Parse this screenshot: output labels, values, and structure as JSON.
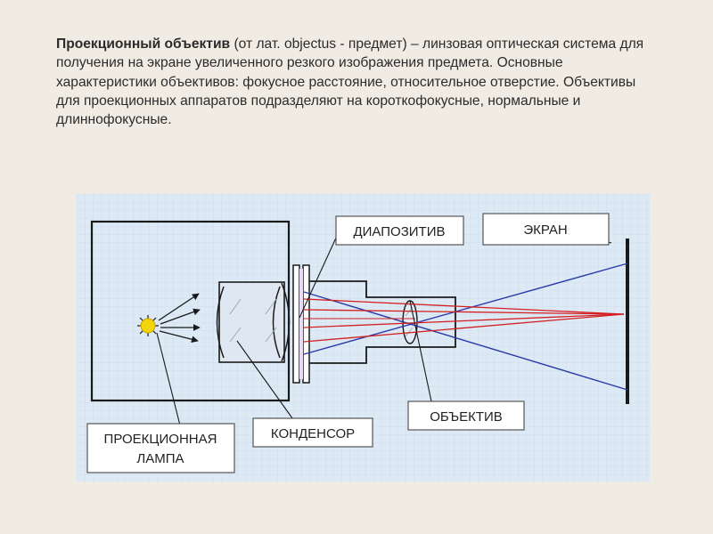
{
  "description": {
    "term": "Проекционный объектив",
    "text": " (от лат. objectus - предмет) – линзовая оптическая система для получения на экране увеличенного резкого изображения предмета. Основные характеристики объективов: фокусное расстояние, относительное отверстие. Объективы для проекционных аппаратов подразделяют на короткофокусные, нормальные и длиннофокусные."
  },
  "diagram": {
    "labels": {
      "diapositive": "ДИАПОЗИТИВ",
      "screen": "ЭКРАН",
      "objective": "ОБЪЕКТИВ",
      "condenser": "КОНДЕНСОР",
      "lamp_line1": "ПРОЕКЦИОННАЯ",
      "lamp_line2": "ЛАМПА"
    },
    "colors": {
      "background": "#dde9f5",
      "red_ray": "#d42020",
      "blue_ray": "#2a3aa8",
      "lamp": "#f5d40a",
      "frame": "#1a1a1a"
    }
  }
}
